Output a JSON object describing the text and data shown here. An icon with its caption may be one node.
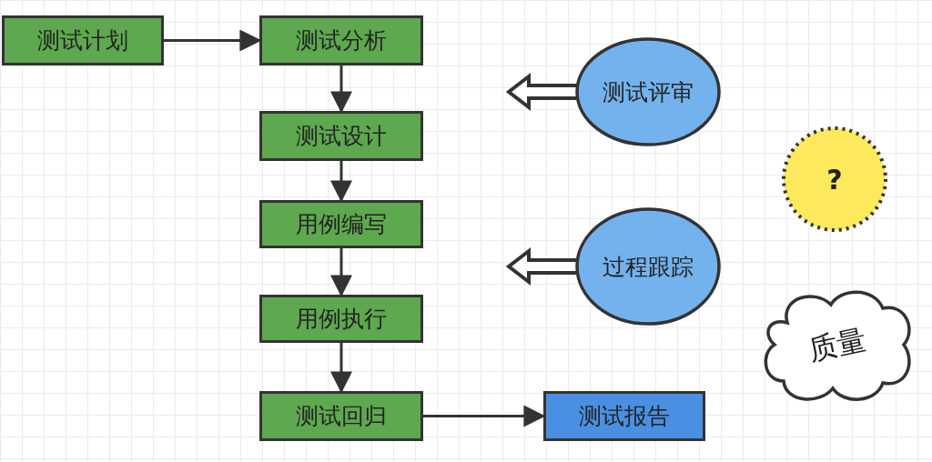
{
  "diagram": {
    "nodes": [
      {
        "text": [
          "测试计划"
        ]
      },
      {
        "text": [
          "测试分析"
        ]
      },
      {
        "text": [
          "测试设计"
        ]
      },
      {
        "text": [
          "用例编写"
        ]
      },
      {
        "text": [
          "用例执行"
        ]
      },
      {
        "text": [
          "测试回归"
        ]
      },
      {
        "text": [
          "测试报告"
        ]
      },
      {
        "text": [
          "测试评审"
        ]
      },
      {
        "text": [
          "过程跟踪"
        ]
      },
      {
        "text": [
          "?"
        ]
      },
      {
        "text": [
          "质量"
        ]
      }
    ],
    "edges": [
      {
        "from": 0,
        "to": 1,
        "arrow": "to"
      },
      {
        "from": 1,
        "to": 2,
        "arrow": "to"
      },
      {
        "from": 2,
        "to": 3,
        "arrow": "to"
      },
      {
        "from": 3,
        "to": 4,
        "arrow": "to"
      },
      {
        "from": 4,
        "to": 5,
        "arrow": "to"
      },
      {
        "from": 5,
        "to": 6,
        "arrow": "to"
      },
      {
        "from": 7,
        "to": null,
        "arrow": "to"
      },
      {
        "from": 8,
        "to": null,
        "arrow": "to"
      }
    ]
  }
}
